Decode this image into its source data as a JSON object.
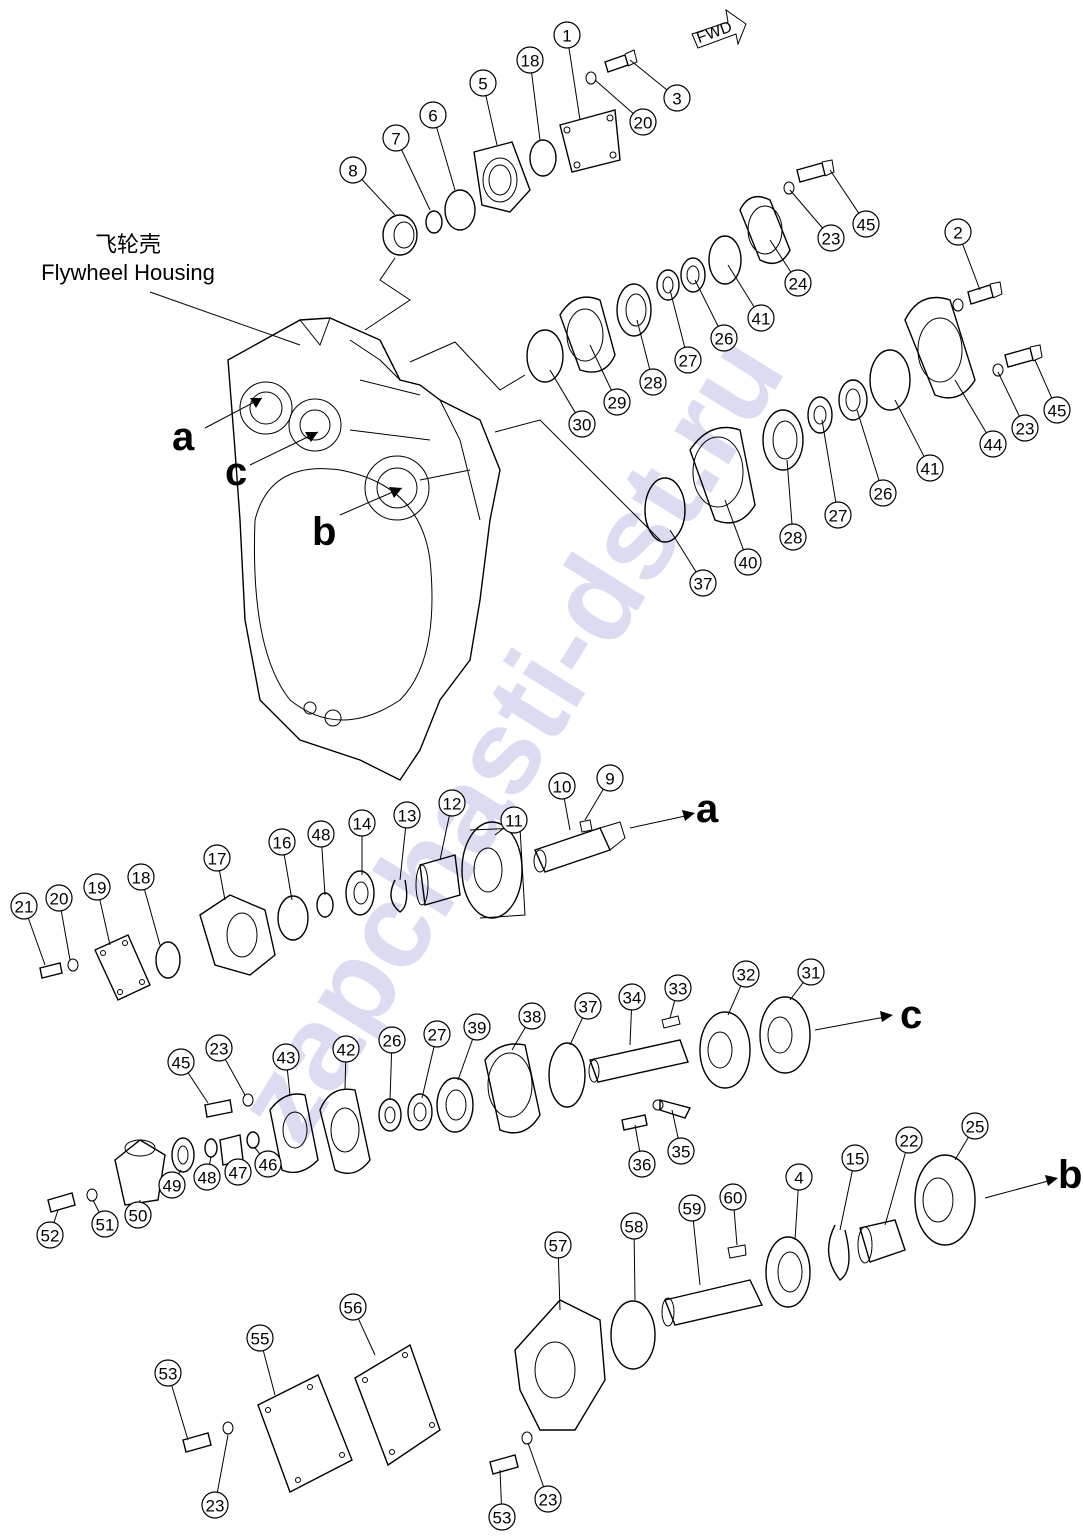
{
  "housing": {
    "label_cn": "飞轮壳",
    "label_en": "Flywheel Housing"
  },
  "fwd_label": "FWD",
  "watermark": "zapchasti-dst.ru",
  "colors": {
    "line": "#000000",
    "watermark": "#8c8fd6",
    "background": "#ffffff"
  },
  "letters": {
    "a": "a",
    "b": "b",
    "c": "c"
  },
  "callouts": [
    "1",
    "18",
    "3",
    "20",
    "5",
    "6",
    "7",
    "8",
    "45",
    "23",
    "24",
    "41",
    "26",
    "27",
    "28",
    "29",
    "30",
    "2",
    "44",
    "23",
    "45",
    "41",
    "26",
    "27",
    "28",
    "40",
    "37",
    "9",
    "10",
    "11",
    "12",
    "13",
    "14",
    "48",
    "16",
    "17",
    "18",
    "19",
    "20",
    "21",
    "31",
    "32",
    "33",
    "37",
    "34",
    "38",
    "39",
    "27",
    "26",
    "42",
    "43",
    "23",
    "45",
    "35",
    "36",
    "46",
    "47",
    "48",
    "49",
    "50",
    "51",
    "52",
    "25",
    "22",
    "15",
    "4",
    "60",
    "59",
    "58",
    "57",
    "56",
    "55",
    "53",
    "23",
    "53",
    "23"
  ]
}
